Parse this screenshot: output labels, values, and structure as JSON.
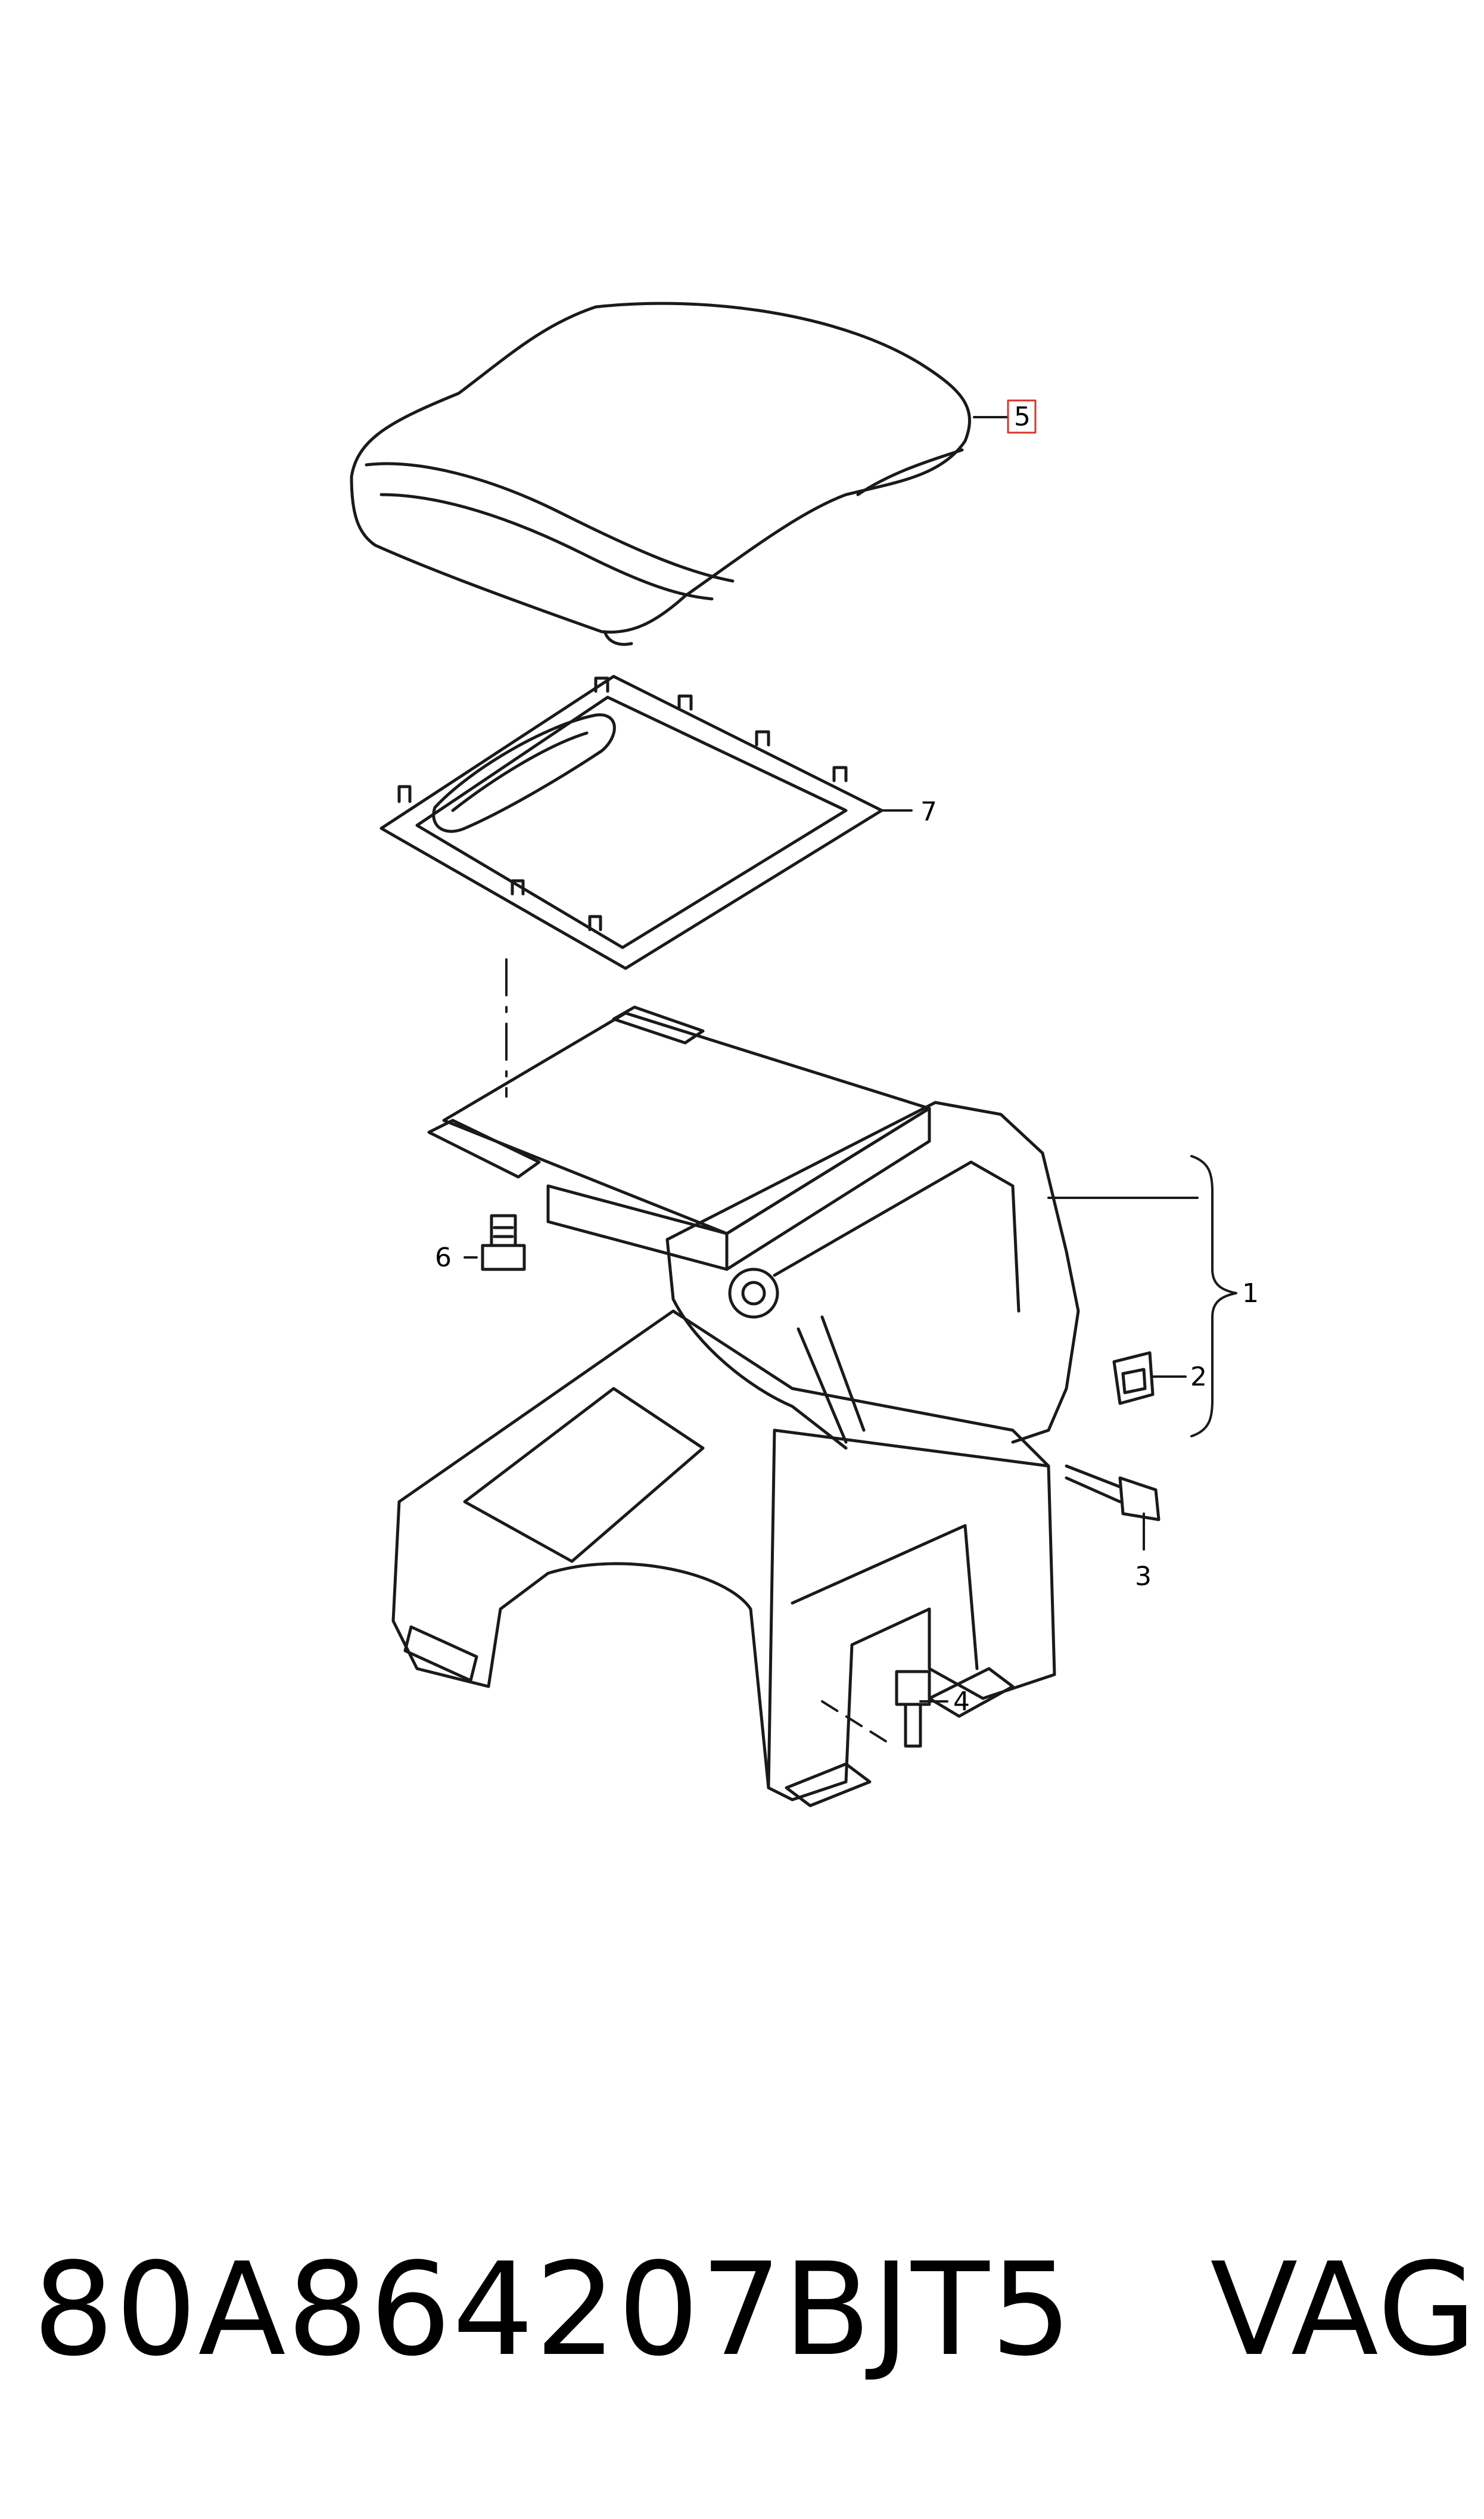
{
  "callouts": [
    {
      "number": "5",
      "part": "armrest-cover",
      "highlighted": true
    },
    {
      "number": "7",
      "part": "armrest-base-plate",
      "highlighted": false
    },
    {
      "number": "6",
      "part": "screw",
      "highlighted": false
    },
    {
      "number": "1",
      "part": "center-console-bracket-assembly",
      "highlighted": false
    },
    {
      "number": "2",
      "part": "clip-nut",
      "highlighted": false
    },
    {
      "number": "3",
      "part": "bolt",
      "highlighted": false
    },
    {
      "number": "4",
      "part": "bolt",
      "highlighted": false
    }
  ],
  "footer": {
    "part_number": "80A864207BJT5",
    "brand": "VAG"
  },
  "colors": {
    "line": "#1a1a1a",
    "highlight": "#d9342b",
    "background": "#ffffff"
  }
}
